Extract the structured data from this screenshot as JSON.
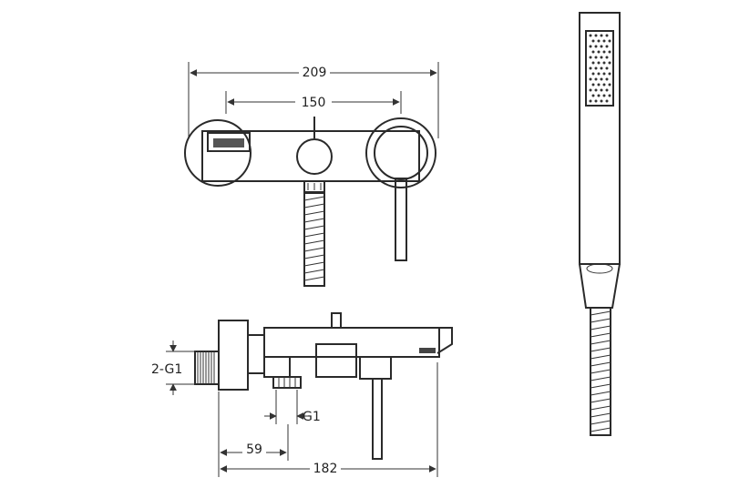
{
  "dimensions": {
    "overall_width": "209",
    "center_distance": "150",
    "thread_spec": "2-G1",
    "outlet_thread": "G1",
    "wall_to_outlet": "59",
    "projection": "182"
  }
}
